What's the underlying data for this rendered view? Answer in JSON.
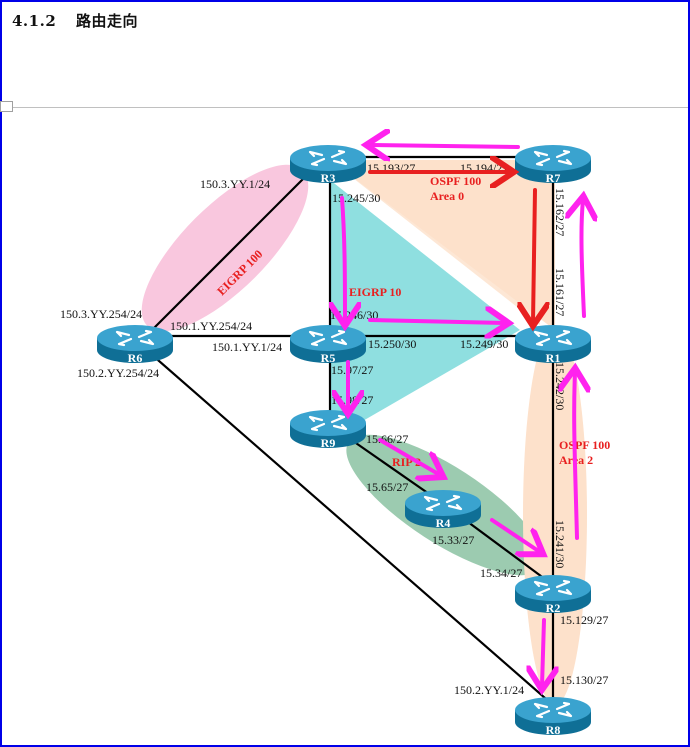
{
  "heading": {
    "number": "4.1.2",
    "title": "路由走向"
  },
  "colors": {
    "frame": "#0000e8",
    "link": "#000000",
    "router_top": "#3aa3cf",
    "router_side": "#0f6f96",
    "eigrp100_zone": "#f9c7de",
    "ospf_area0_zone": "#fde1cb",
    "eigrp10_zone": "#8fdfe0",
    "rip_zone": "#9ccbb0",
    "ospf_area2_zone": "#fde1cb",
    "path_arrow": "#ff22ee",
    "ospf_arrow": "#e82020",
    "protocol_label": "#e82020"
  },
  "routers": [
    {
      "id": "R3",
      "label": "R3"
    },
    {
      "id": "R7",
      "label": "R7"
    },
    {
      "id": "R6",
      "label": "R6"
    },
    {
      "id": "R5",
      "label": "R5"
    },
    {
      "id": "R1",
      "label": "R1"
    },
    {
      "id": "R9",
      "label": "R9"
    },
    {
      "id": "R4",
      "label": "R4"
    },
    {
      "id": "R2",
      "label": "R2"
    },
    {
      "id": "R8",
      "label": "R8"
    }
  ],
  "zones": [
    {
      "id": "eigrp100",
      "label": "EIGRP 100"
    },
    {
      "id": "ospf-area0",
      "label_line1": "OSPF 100",
      "label_line2": "Area 0"
    },
    {
      "id": "eigrp10",
      "label": "EIGRP 10"
    },
    {
      "id": "rip",
      "label": "RIP 2"
    },
    {
      "id": "ospf-area2",
      "label_line1": "OSPF 100",
      "label_line2": "Area 2"
    }
  ],
  "interfaces": {
    "r3_r7_r3": "15.193/27",
    "r3_r7_r7": "15.194/27",
    "r3_r5_r3": "15.245/30",
    "r3_r5_r5": "15.246/30",
    "r3_r6_r3": "150.3.YY.1/24",
    "r3_r6_r6": "150.3.YY.254/24",
    "r6_r5_r6": "150.1.YY.254/24",
    "r6_r5_r5": "150.1.YY.1/24",
    "r6_r8_r6": "150.2.YY.254/24",
    "r6_r8_r8": "150.2.YY.1/24",
    "r5_r1_r5": "15.250/30",
    "r5_r1_r1": "15.249/30",
    "r7_r1_r7": "15.162/27",
    "r7_r1_r1": "15.161/27",
    "r5_r9_r5": "15.97/27",
    "r5_r9_r9": "15.98/27",
    "r9_r4_r9": "15.66/27",
    "r9_r4_r4": "15.65/27",
    "r4_r2_r4": "15.33/27",
    "r4_r2_r2": "15.34/27",
    "r1_r2_r1": "15.242/30",
    "r1_r2_r2": "15.241/30",
    "r2_r8_r2": "15.129/27",
    "r2_r8_r8": "15.130/27"
  }
}
